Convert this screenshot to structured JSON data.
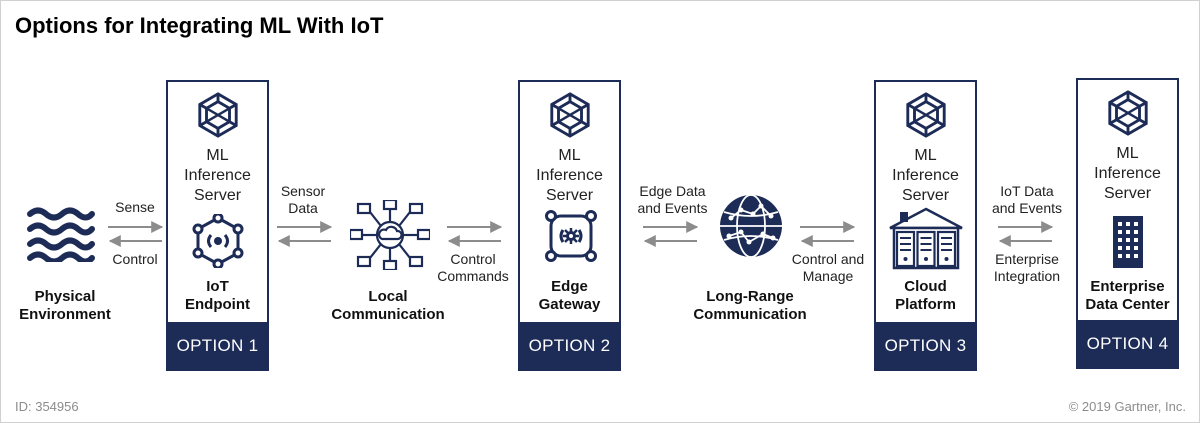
{
  "title": "Options for Integrating ML With IoT",
  "footer": {
    "id": "ID: 354956",
    "copyright": "© 2019 Gartner, Inc."
  },
  "server_label": {
    "line1": "ML",
    "line2": "Inference",
    "line3": "Server"
  },
  "options": [
    {
      "band": "OPTION 1",
      "node_line1": "IoT",
      "node_line2": "Endpoint"
    },
    {
      "band": "OPTION 2",
      "node_line1": "Edge",
      "node_line2": "Gateway"
    },
    {
      "band": "OPTION 3",
      "node_line1": "Cloud",
      "node_line2": "Platform"
    },
    {
      "band": "OPTION 4",
      "node_line1": "Enterprise",
      "node_line2": "Data Center"
    }
  ],
  "outside_nodes": {
    "physical": {
      "line1": "Physical",
      "line2": "Environment"
    },
    "local": {
      "line1": "Local",
      "line2": "Communication"
    },
    "longrange": {
      "line1": "Long-Range",
      "line2": "Communication"
    }
  },
  "flows": {
    "sense": "Sense",
    "control": "Control",
    "sensor_data": {
      "line1": "Sensor",
      "line2": "Data"
    },
    "control_commands": {
      "line1": "Control",
      "line2": "Commands"
    },
    "edge_data": {
      "line1": "Edge Data",
      "line2": "and Events"
    },
    "control_manage": {
      "line1": "Control and",
      "line2": "Manage"
    },
    "iot_data": {
      "line1": "IoT Data",
      "line2": "and Events"
    },
    "enterprise_integration": {
      "line1": "Enterprise",
      "line2": "Integration"
    }
  },
  "colors": {
    "navy": "#1d2b57",
    "arrow_gray": "#8c8c8c"
  },
  "icons": {
    "ml": "hexagon-cube-icon",
    "physical": "waves-icon",
    "iot": "iot-chip-icon",
    "local": "cloud-network-icon",
    "edge": "gear-gateway-icon",
    "longrange": "globe-network-icon",
    "cloud": "server-house-icon",
    "enterprise": "office-building-icon"
  }
}
